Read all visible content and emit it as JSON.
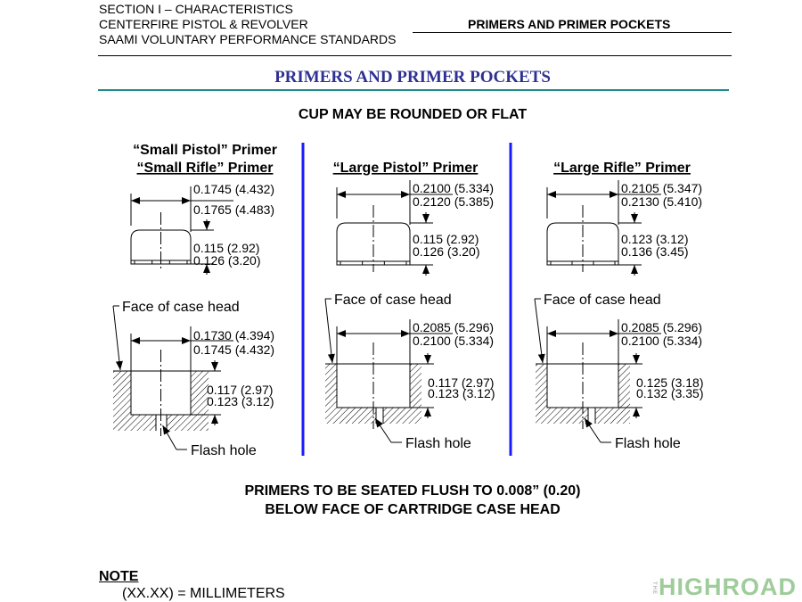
{
  "header": {
    "line1": "SECTION I – CHARACTERISTICS",
    "line2": "CENTERFIRE PISTOL & REVOLVER",
    "line3": "SAAMI VOLUNTARY PERFORMANCE STANDARDS",
    "right_title": "PRIMERS AND PRIMER POCKETS"
  },
  "title": "PRIMERS AND PRIMER POCKETS",
  "subtitle": "CUP MAY BE ROUNDED OR FLAT",
  "panels": [
    {
      "title1": "“Small Pistol” Primer",
      "title2": "“Small Rifle” Primer",
      "primer_dia": [
        "0.1745 (4.432)",
        "0.1765 (4.483)"
      ],
      "primer_height": [
        "0.115 (2.92)",
        "0.126 (3.20)"
      ],
      "face_label": "Face of case head",
      "pocket_dia": [
        "0.1730 (4.394)",
        "0.1745 (4.432)"
      ],
      "pocket_depth": [
        "0.117 (2.97)",
        "0.123 (3.12)"
      ],
      "flash_label": "Flash hole"
    },
    {
      "title1": "",
      "title2": "“Large Pistol” Primer",
      "primer_dia": [
        "0.2100 (5.334)",
        "0.2120 (5.385)"
      ],
      "primer_height": [
        "0.115 (2.92)",
        "0.126 (3.20)"
      ],
      "face_label": "Face of case head",
      "pocket_dia": [
        "0.2085 (5.296)",
        "0.2100 (5.334)"
      ],
      "pocket_depth": [
        "0.117 (2.97)",
        "0.123 (3.12)"
      ],
      "flash_label": "Flash hole"
    },
    {
      "title1": "",
      "title2": "“Large Rifle” Primer",
      "primer_dia": [
        "0.2105 (5.347)",
        "0.2130 (5.410)"
      ],
      "primer_height": [
        "0.123 (3.12)",
        "0.136 (3.45)"
      ],
      "face_label": "Face of case head",
      "pocket_dia": [
        "0.2085 (5.296)",
        "0.2100 (5.334)"
      ],
      "pocket_depth": [
        "0.125 (3.18)",
        "0.132 (3.35)"
      ],
      "flash_label": "Flash hole"
    }
  ],
  "footer": {
    "line1": "PRIMERS TO BE SEATED FLUSH TO 0.008” (0.20)",
    "line2": "BELOW FACE OF CARTRIDGE CASE HEAD"
  },
  "note": {
    "heading": "NOTE",
    "text": "(XX.XX) = MILLIMETERS"
  },
  "watermark": {
    "prefix": "THE",
    "text": "HIGHROAD"
  },
  "colors": {
    "title": "#2e3192",
    "divider": "#1a1aff",
    "teal_rule": "#1f8a8a"
  }
}
